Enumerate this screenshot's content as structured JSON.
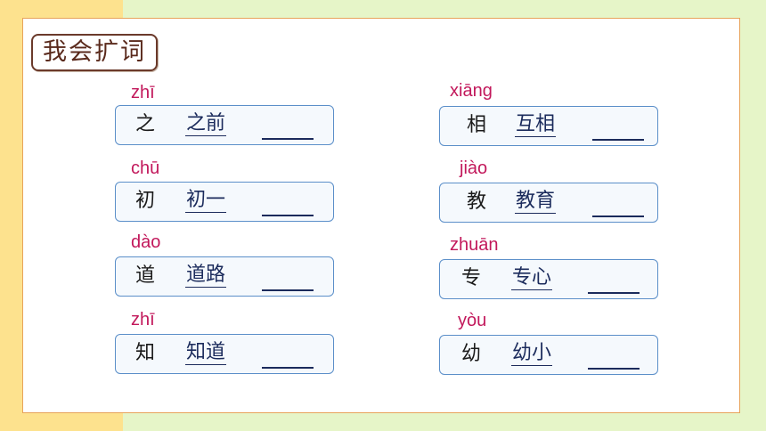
{
  "title": "我会扩词",
  "items": [
    {
      "pinyin": "zhī",
      "char": "之",
      "word": "之前"
    },
    {
      "pinyin": "xiāng",
      "char": "相",
      "word": "互相"
    },
    {
      "pinyin": "chū",
      "char": "初",
      "word": "初一"
    },
    {
      "pinyin": "jiào",
      "char": "教",
      "word": "教育"
    },
    {
      "pinyin": "dào",
      "char": "道",
      "word": "道路"
    },
    {
      "pinyin": "zhuān",
      "char": "专",
      "word": "专心"
    },
    {
      "pinyin": "zhī",
      "char": "知",
      "word": "知道"
    },
    {
      "pinyin": "yòu",
      "char": "幼",
      "word": "幼小"
    }
  ]
}
